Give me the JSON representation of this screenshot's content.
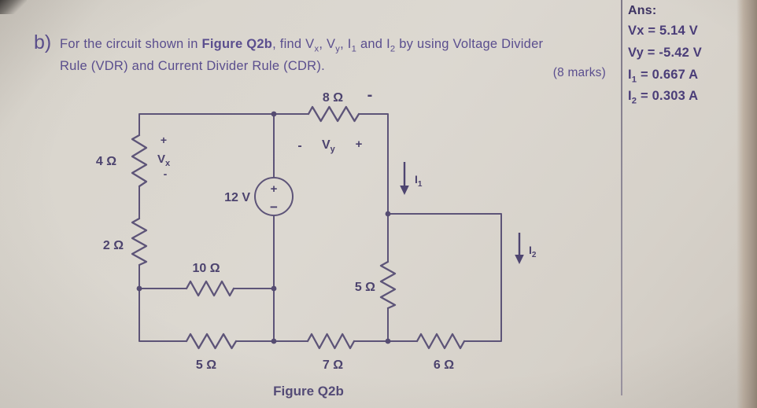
{
  "question": {
    "label": "b)",
    "line1": {
      "s0": "For the circuit shown in ",
      "s1": "Figure Q2b",
      "s2": ", find V",
      "s3": "x",
      "s4": ", V",
      "s5": "y",
      "s6": ", I",
      "s7": "1",
      "s8": " and I",
      "s9": "2",
      "s10": " by using Voltage Divider"
    },
    "line2": "Rule (VDR) and Current Divider Rule (CDR).",
    "marks": "(8 marks)"
  },
  "answers": {
    "title": "Ans:",
    "items": [
      {
        "main": "Vx",
        "sub": "",
        "rest": " = 5.14 V"
      },
      {
        "main": "Vy",
        "sub": "",
        "rest": " = -5.42 V"
      },
      {
        "main": "I",
        "sub": "1",
        "rest": " = 0.667 A"
      },
      {
        "main": "I",
        "sub": "2",
        "rest": " = 0.303 A"
      }
    ]
  },
  "circuit": {
    "colors": {
      "wire": "#5d5478",
      "label": "#4c436e"
    },
    "labels": {
      "r8": "8 Ω",
      "r4": "4 Ω",
      "r2": "2 Ω",
      "r10": "10 Ω",
      "r5_bottom": "5 Ω",
      "r7": "7 Ω",
      "r5_vertical": "5 Ω",
      "r6": "6 Ω",
      "source": "12 V",
      "source_plus": "+",
      "source_minus": "−",
      "vx_plus": "+",
      "vx_base": "V",
      "vx_sub": "x",
      "vx_minus": "-",
      "vy_minus": "-",
      "vy_base": "V",
      "vy_sub": "y",
      "vy_plus": "+",
      "top_minus": "-",
      "i1_base": "I",
      "i1_sub": "1",
      "i2_base": "I",
      "i2_sub": "2",
      "caption": "Figure Q2b"
    }
  }
}
